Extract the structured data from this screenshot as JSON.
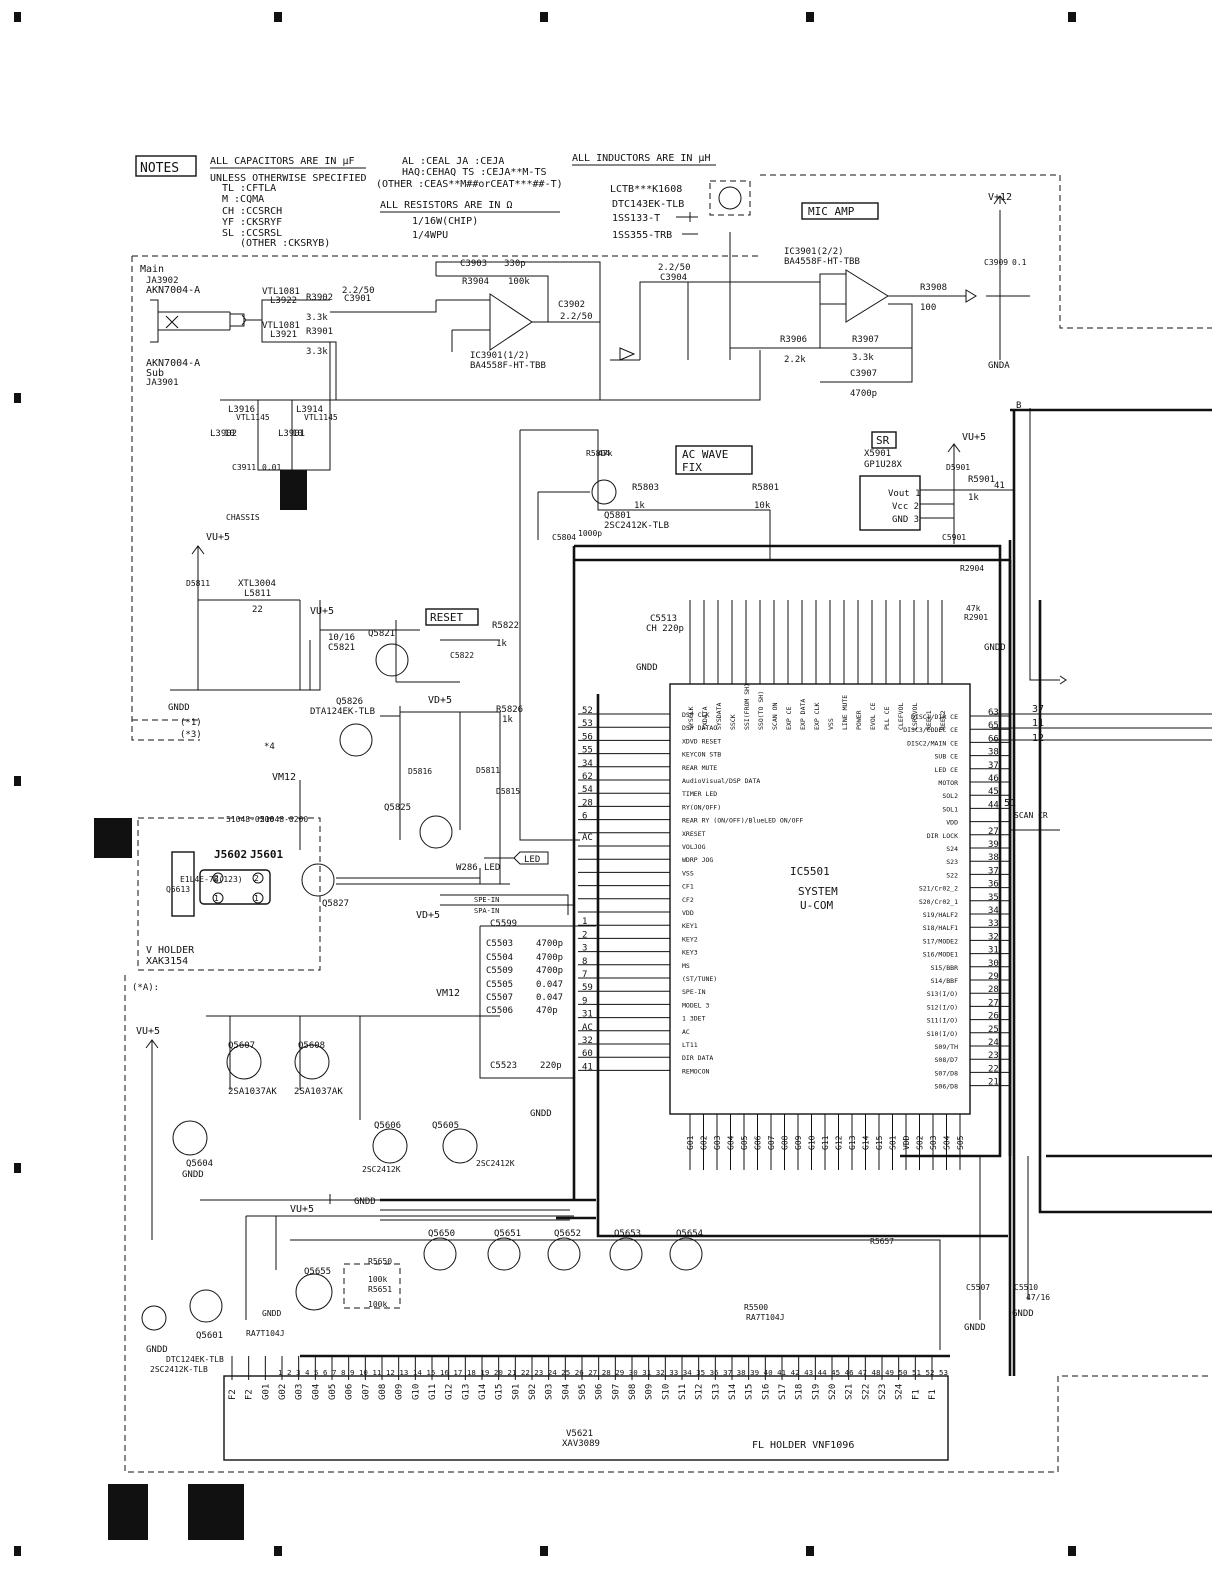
{
  "notes": {
    "heading": "NOTES",
    "capacitors_title": "ALL CAPACITORS ARE IN µF",
    "unless": "UNLESS OTHERWISE SPECIFIED",
    "cap_codes": [
      "TL :CFTLA",
      "M :CQMA",
      "CH :CCSRCH",
      "YF :CKSRYF",
      "SL :CCSRSL",
      "(OTHER :CKSRYB)"
    ],
    "al_line": "AL :CEAL JA :CEJA",
    "haq_line": "HAQ:CEHAQ TS :CEJA**M-TS",
    "other_line": "(OTHER :CEAS**M##orCEAT***##-T)",
    "resistors_title": "ALL RESISTORS ARE IN Ω",
    "resistor_codes": [
      "1/16W(CHIP)",
      "1/4WPU"
    ],
    "inductors_title": "ALL INDUCTORS ARE IN µH",
    "part_codes": [
      "LCTB***K1608",
      "DTC143EK-TLB",
      "1SS133-T",
      "1SS355-TRB"
    ]
  },
  "blocks": {
    "mic_amp": "MIC AMP",
    "ac_wave_fix": [
      "AC WAVE",
      "FIX"
    ],
    "sr": "SR",
    "reset": "RESET",
    "led": "LED"
  },
  "labels": {
    "main": "Main",
    "ja3902": "JA3902",
    "akn_top": "AKN7004-A",
    "akn_bot": "AKN7004-A",
    "sub": "Sub",
    "ja3901": "JA3901",
    "chassis": "CHASSIS",
    "vplus12": "V+12",
    "gnda": "GNDA",
    "vu5_sr": "VU+5",
    "vu5_left": "VU+5",
    "vu5_mid": "VU+5",
    "vd5": "VD+5",
    "vd5b": "VD+5",
    "vm12": "VM12",
    "vm12b": "VM12",
    "vu5_lower": "VU+5",
    "vu5_bot": "VU+5",
    "gndd": "GNDD",
    "b_label": "B",
    "a_mark": "(*A):",
    "star1": "(*1)",
    "star3": "(*3)",
    "star4": "*4",
    "ac": "AC",
    "spe_in": "SPE-IN",
    "spa_in": "SPA-IN",
    "scan_cr": "SCAN CR"
  },
  "parts": {
    "ic3901a": [
      "IC3901(1/2)",
      "BA4558F-HT-TBB"
    ],
    "ic3901b": [
      "IC3901(2/2)",
      "BA4558F-HT-TBB"
    ],
    "c3903": "C3903",
    "c3903v": "330p",
    "r3904": "R3904",
    "r3904v": "100k",
    "r3902": "R3902",
    "r3902v": "3.3k",
    "r3901": "R3901",
    "r3901v": "3.3k",
    "c3901": "C3901",
    "c3901v": "2.2/50",
    "c3902": "C3902",
    "c3902v": "2.2/50",
    "c3904": "C3904",
    "c3904v": "2.2/50",
    "r3908": "R3908",
    "r3908v": "100",
    "r3906": "R3906",
    "r3906v": "2.2k",
    "r3907": "R3907",
    "r3907v": "3.3k",
    "c3907": "C3907",
    "c3907v": "4700p",
    "c3909": "C3909",
    "c3909v": "0.1",
    "l3922": "L3922",
    "l3921": "L3921",
    "vtl": "VTL1081",
    "l3916": "L3916",
    "l3914": "L3914",
    "vtl1145": "VTL1145",
    "l3902": "L3902",
    "l3901": "L3901",
    "ten": "10",
    "c3911": "C3911",
    "c3911v": "0.01",
    "x5901": [
      "X5901",
      "GP1U28X"
    ],
    "x5901_pins": [
      "Vout 1",
      "Vcc 2",
      "GND 3"
    ],
    "r5901": "R5901",
    "r5901v": "1k",
    "d5901": "D5901",
    "c5901": "C5901",
    "r5803": "R5803",
    "r5803v": "1k",
    "r5801": "R5801",
    "r5801v": "10k",
    "r5804": "R5804",
    "r5804v": "47k",
    "q5801": [
      "Q5801",
      "2SC2412K-TLB"
    ],
    "c5804": "C5804",
    "c5804v": "1000p",
    "xtl": "XTL3004",
    "l5811": "L5811",
    "l5811v": "22",
    "d5811": "D5811",
    "q5821": "Q5821",
    "c5821": "C5821",
    "c5821v": "10/16",
    "r5822": "R5822",
    "r5822v": "1k",
    "c5822": "C5822",
    "q5826": [
      "Q5826",
      "DTA124EK-TLB"
    ],
    "r5826": "R5826",
    "r5826v": "1k",
    "q5825": "Q5825",
    "q5827": "Q5827",
    "d5816": "D5816",
    "d5815": "D5815",
    "d5811b": "D5811",
    "w286": "W286",
    "j5602": "J5602",
    "j5601": "J5601",
    "j_code1": "51048-0200",
    "j_code2": "51048-0200",
    "q5613": "Q5613",
    "e1l": "E1L4E-7B(123)",
    "vholder": [
      "V HOLDER",
      "XAK3154"
    ],
    "ic5501": [
      "IC5501",
      "SYSTEM",
      "U-COM"
    ],
    "c5513": [
      "C5513",
      "CH 220p"
    ],
    "q5607": "Q5607",
    "q5608": "Q5608",
    "q5604": "Q5604",
    "q5606": "Q5606",
    "q5605": "Q5605",
    "twosa": "2SA1037AK",
    "twosa2": "2SA1037AK",
    "twosc": "2SC2412K",
    "twosc2": "2SC2412K",
    "q5601": "Q5601",
    "q5601_codes": [
      "DTC124EK-TLB",
      "2SC2412K-TLB"
    ],
    "q5655": "Q5655",
    "q5650": "Q5650",
    "q5651": "Q5651",
    "q5652": "Q5652",
    "q5653": "Q5653",
    "q5654": "Q5654",
    "r5650": "R5650",
    "r5651": "R5651",
    "hundredk": "100k",
    "ra7t": "RA7T104J",
    "ra7t2": "RA7T104J",
    "r5500": "R5500",
    "r5657": "R5657",
    "c5507": "C5507",
    "c5510": "C5510",
    "c5510v": "47/16",
    "v5621": [
      "V5621",
      "XAV3089"
    ],
    "fl_holder": "FL HOLDER VNF1096",
    "c5599": "C5599",
    "caps_left": [
      [
        "C5503",
        "4700p"
      ],
      [
        "C5504",
        "4700p"
      ],
      [
        "C5509",
        "4700p"
      ],
      [
        "C5505",
        "0.047"
      ],
      [
        "C5507",
        "0.047"
      ],
      [
        "C5506",
        "470p"
      ]
    ],
    "c5523": "C5523",
    "c5523v": "220p"
  },
  "ic_left_pins": [
    [
      "52",
      "DSP CLK"
    ],
    [
      "53",
      "DSP DATAO"
    ],
    [
      "56",
      "XDVD RESET"
    ],
    [
      "55",
      "KEYCON STB"
    ],
    [
      "34",
      "REAR MUTE"
    ],
    [
      "62",
      "AudioVisual/DSP DATA"
    ],
    [
      "54",
      "TIMER LED"
    ],
    [
      "28",
      "RY(ON/OFF)"
    ],
    [
      "6",
      "REAR RY (ON/OFF)/BlueLED ON/OFF"
    ],
    [
      "",
      "XRESET"
    ],
    [
      "",
      "VOLJOG"
    ],
    [
      "",
      "WDRP JOG"
    ],
    [
      "",
      "VSS"
    ],
    [
      "",
      "CF1"
    ],
    [
      "",
      "CF2"
    ],
    [
      "",
      "VDD"
    ],
    [
      "1",
      "KEY1"
    ],
    [
      "2",
      "KEY2"
    ],
    [
      "3",
      "KEY3"
    ],
    [
      "8",
      "MS"
    ],
    [
      "7",
      "(ST/TUNE)"
    ],
    [
      "59",
      "SPE-IN"
    ],
    [
      "9",
      "MODEL 3"
    ],
    [
      "31",
      "1 3DET"
    ],
    [
      "AC",
      "AC"
    ],
    [
      "32",
      "LT11"
    ],
    [
      "60",
      "DIR DATA"
    ],
    [
      "41",
      "REMOCON"
    ]
  ],
  "ic_right_pins": [
    [
      "63",
      "DISC1/DIR CE"
    ],
    [
      "65",
      "DISC3/CDDEC CE"
    ],
    [
      "66",
      "DISC2/MAIN CE"
    ],
    [
      "38",
      "SUB CE"
    ],
    [
      "37",
      "LED CE"
    ],
    [
      "46",
      "MOTOR"
    ],
    [
      "45",
      "SOL2"
    ],
    [
      "44",
      "SOL1"
    ],
    [
      "",
      "VDD"
    ],
    [
      "27",
      "DIR LOCK"
    ],
    [
      "39",
      "S24"
    ],
    [
      "38",
      "S23"
    ],
    [
      "37",
      "S22"
    ],
    [
      "36",
      "S21/Cr02_2"
    ],
    [
      "35",
      "S20/Cr02_1"
    ],
    [
      "34",
      "S19/HALF2"
    ],
    [
      "33",
      "S18/HALF1"
    ],
    [
      "32",
      "S17/MODE2"
    ],
    [
      "31",
      "S16/MODE1"
    ],
    [
      "30",
      "S15/BBR"
    ],
    [
      "29",
      "S14/BBF"
    ],
    [
      "28",
      "S13(I/O)"
    ],
    [
      "27",
      "S12(I/O)"
    ],
    [
      "26",
      "S11(I/O)"
    ],
    [
      "25",
      "S10(I/O)"
    ],
    [
      "24",
      "S09/TH"
    ],
    [
      "23",
      "S08/D7"
    ],
    [
      "22",
      "S07/D8"
    ],
    [
      "21",
      "S06/D8"
    ]
  ],
  "ic_top_pins": [
    "SYSCLK",
    "TXDATA",
    "SYSDATA",
    "SSCK",
    "SSI(FROM SH)",
    "SSO(TO SH)",
    "SCAN ON",
    "EXP CE",
    "EXP DATA",
    "EXP CLK",
    "VSS",
    "LINE MUTE",
    "POWER",
    "EVOL CE",
    "PLL CE",
    "CLEFVOL",
    "LSRSVOL",
    "REEL1",
    "REEL2"
  ],
  "ic_bottom_pins": [
    "G01",
    "G02",
    "G03",
    "G04",
    "G05",
    "G06",
    "G07",
    "G08",
    "G09",
    "G10",
    "G11",
    "G12",
    "G13",
    "G14",
    "G15",
    "S01",
    "VDD",
    "S02",
    "S03",
    "S04",
    "S05"
  ],
  "right_nets": [
    "37",
    "11",
    "12",
    "51"
  ],
  "fl_pins": [
    "F2",
    "F2",
    "G01",
    "G02",
    "G03",
    "G04",
    "G05",
    "G06",
    "G07",
    "G08",
    "G09",
    "G10",
    "G11",
    "G12",
    "G13",
    "G14",
    "G15",
    "S01",
    "S02",
    "S03",
    "S04",
    "S05",
    "S06",
    "S07",
    "S08",
    "S09",
    "S10",
    "S11",
    "S12",
    "S13",
    "S14",
    "S15",
    "S16",
    "S17",
    "S18",
    "S19",
    "S20",
    "S21",
    "S22",
    "S23",
    "S24",
    "F1",
    "F1"
  ],
  "fl_numbers": "1 2 3 4 5 6 7 8 9 10 11 12 13 14 15 16 17 18 19 20 21 22 23 24 25 26 27 28 29 30 31 32 33 34 35 36 37 38 39 40 41 42 43 44 45 46 47 48 49 50 51 52 53"
}
